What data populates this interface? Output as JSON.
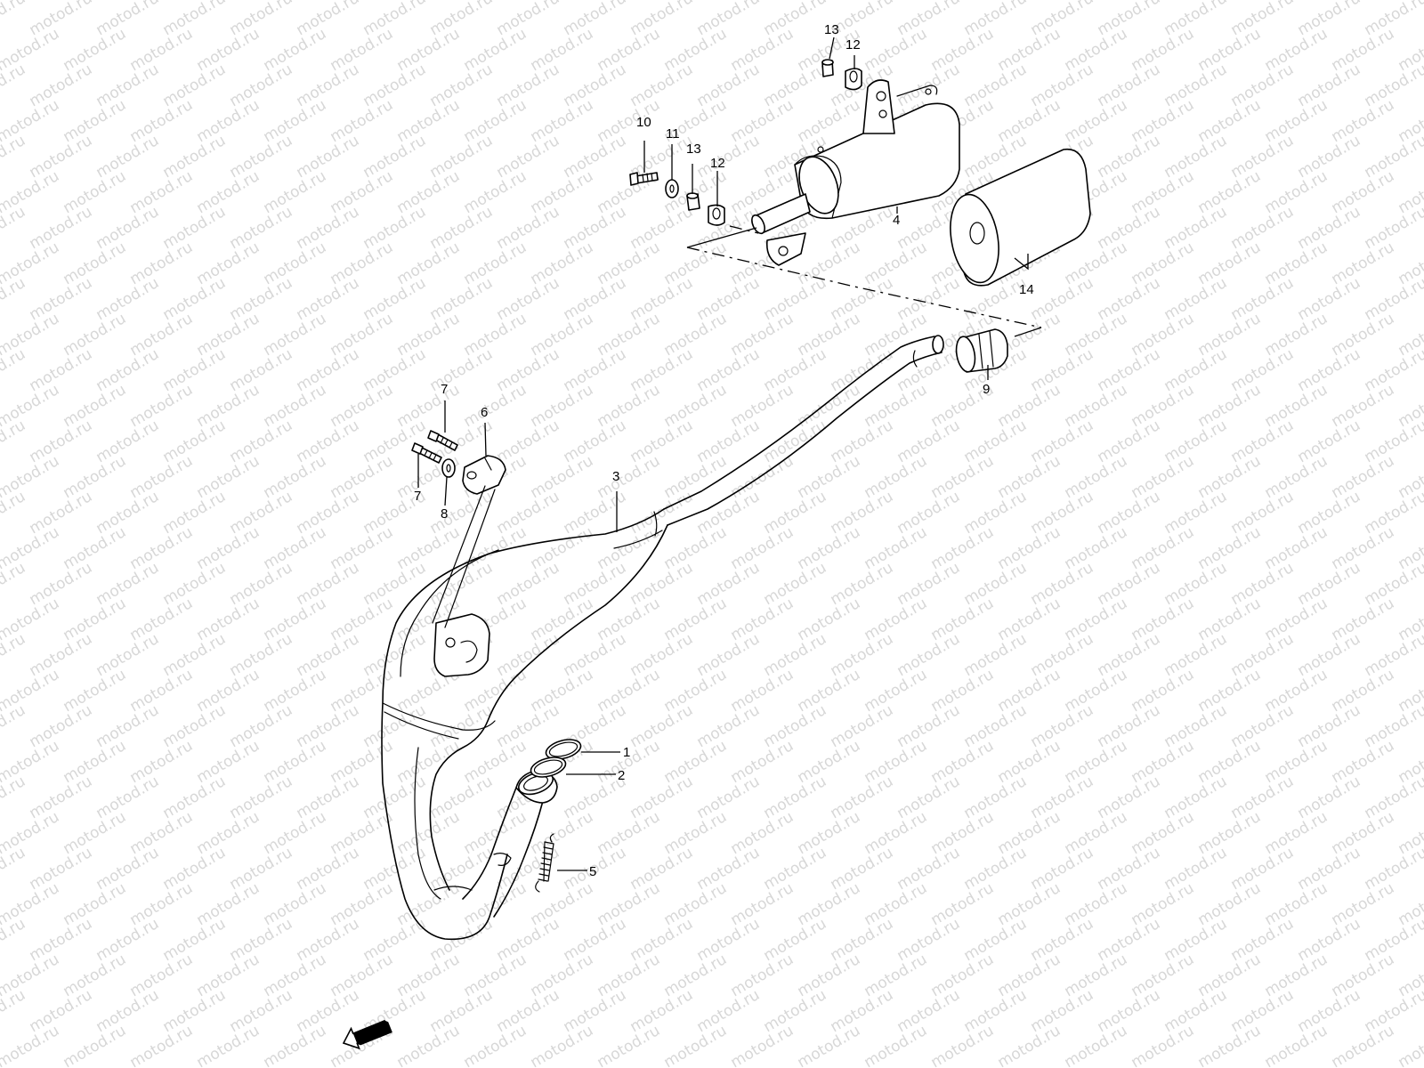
{
  "watermark": {
    "text": "motod.ru",
    "color": "#d7d7d7"
  },
  "callouts": {
    "p1": "1",
    "p2": "2",
    "p3": "3",
    "p4": "4",
    "p5": "5",
    "p6": "6",
    "p7a": "7",
    "p7b": "7",
    "p8": "8",
    "p9": "9",
    "p10": "10",
    "p11": "11",
    "p12a": "12",
    "p12b": "12",
    "p13a": "13",
    "p13b": "13",
    "p14": "14"
  },
  "direction_badge": {
    "label": "FWD",
    "icon": "forward-arrow-icon"
  }
}
